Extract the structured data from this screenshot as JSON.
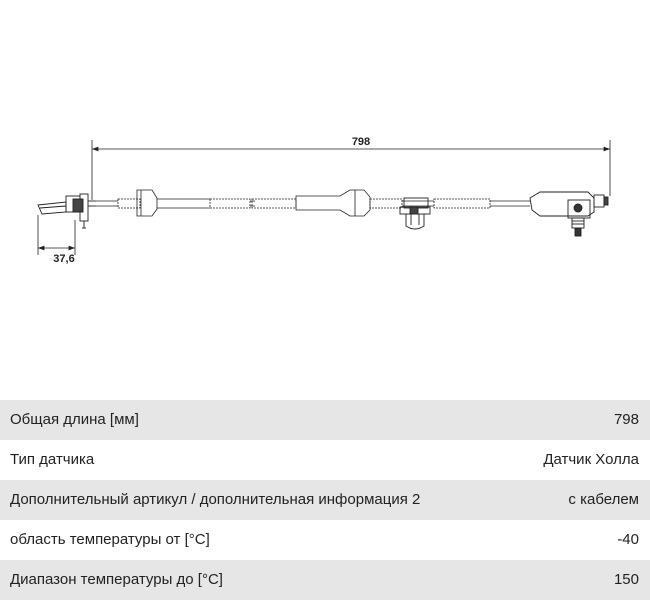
{
  "drawing": {
    "total_length_label": "798",
    "offset_label": "37,6"
  },
  "specs": [
    {
      "label": "Общая длина [мм]",
      "value": "798"
    },
    {
      "label": "Тип датчика",
      "value": "Датчик Холла"
    },
    {
      "label": "Дополнительный артикул / дополнительная информация 2",
      "value": "с кабелем"
    },
    {
      "label": "область температуры от [°C]",
      "value": "-40"
    },
    {
      "label": "Диапазон температуры до [°C]",
      "value": "150"
    }
  ]
}
